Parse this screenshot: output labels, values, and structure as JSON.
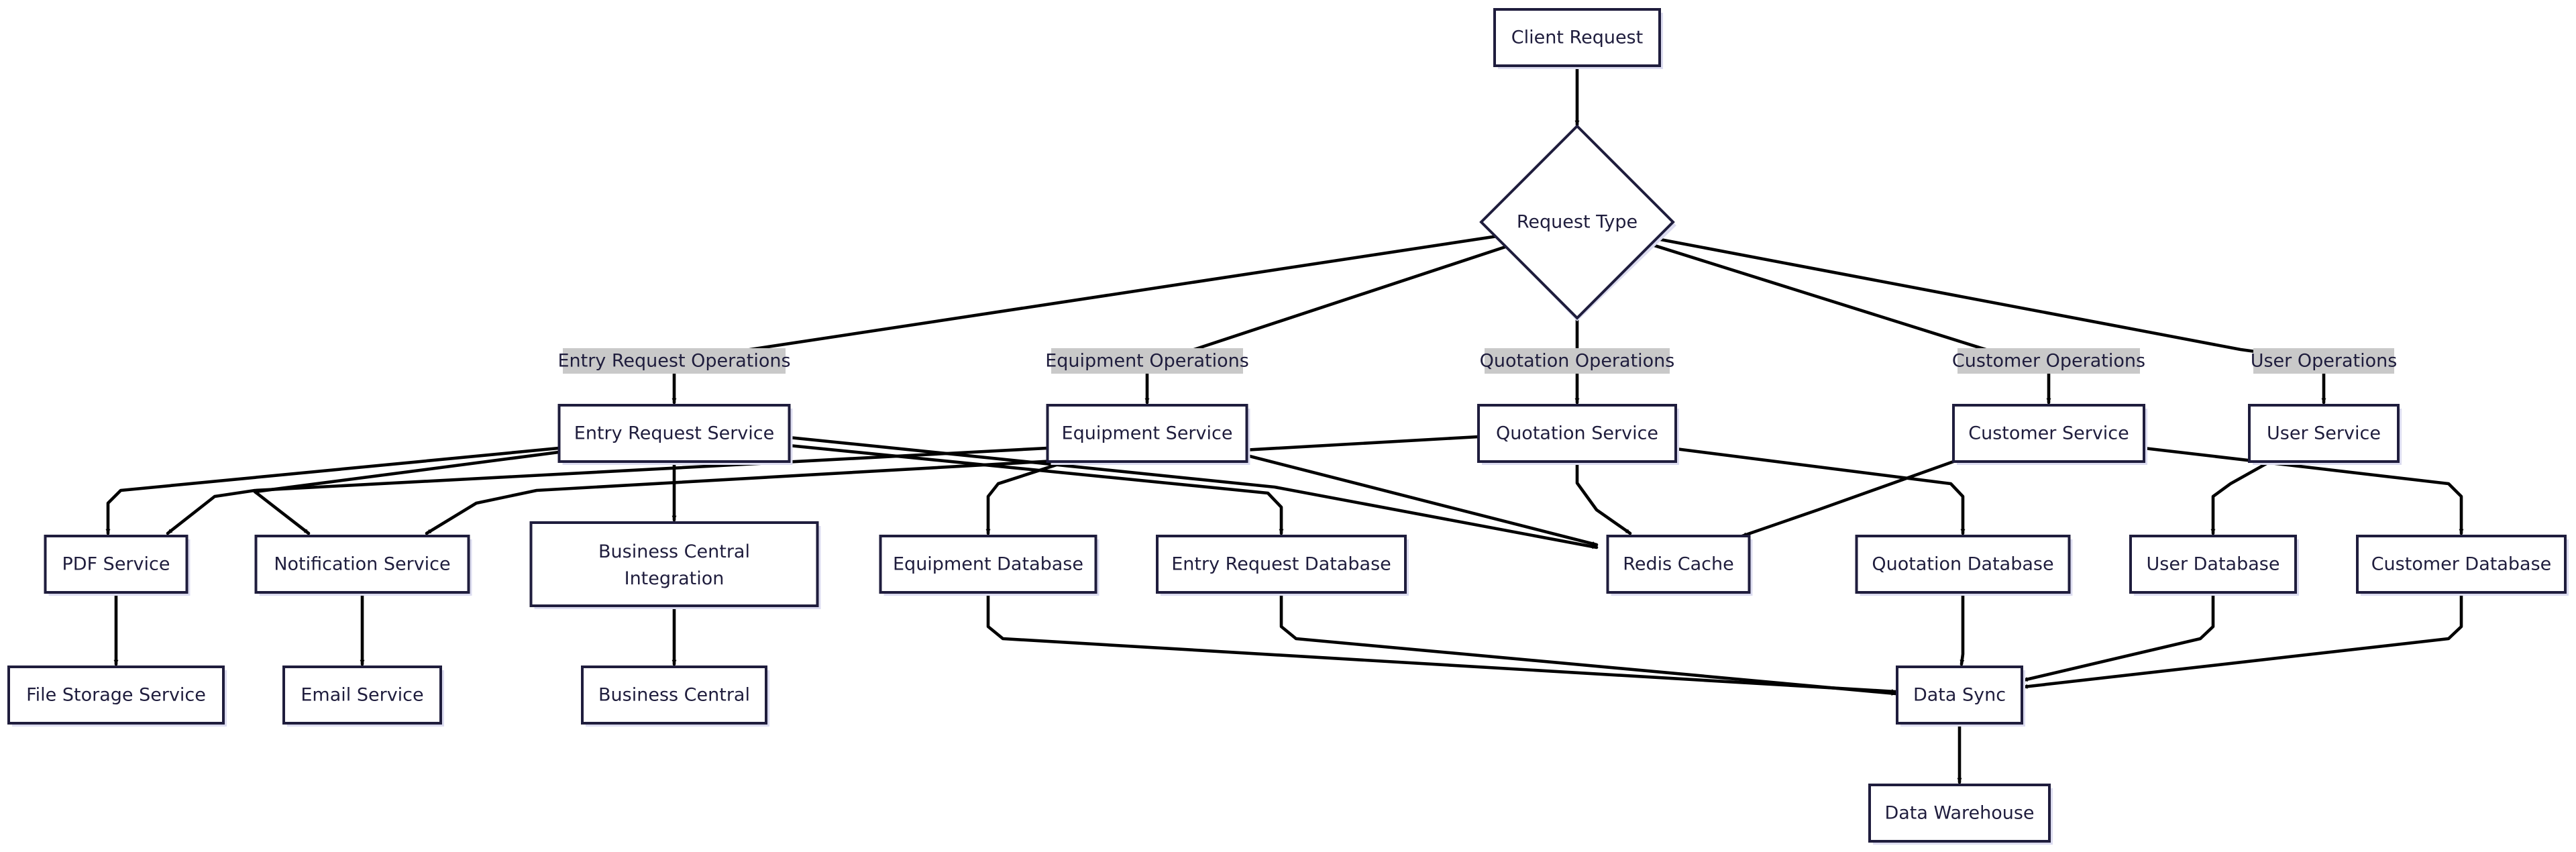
{
  "diagram": {
    "nodes": [
      {
        "id": "client_request",
        "label": "Client Request"
      },
      {
        "id": "request_type",
        "label": "Request Type"
      },
      {
        "id": "entry_request_service",
        "label": "Entry Request Service"
      },
      {
        "id": "equipment_service",
        "label": "Equipment Service"
      },
      {
        "id": "quotation_service",
        "label": "Quotation Service"
      },
      {
        "id": "customer_service",
        "label": "Customer Service"
      },
      {
        "id": "user_service",
        "label": "User Service"
      },
      {
        "id": "pdf_service",
        "label": "PDF Service"
      },
      {
        "id": "notification_service",
        "label": "Notification Service"
      },
      {
        "id": "business_central_integration",
        "label": "Business Central Integration"
      },
      {
        "id": "equipment_database",
        "label": "Equipment Database"
      },
      {
        "id": "entry_request_database",
        "label": "Entry Request Database"
      },
      {
        "id": "redis_cache",
        "label": "Redis Cache"
      },
      {
        "id": "quotation_database",
        "label": "Quotation Database"
      },
      {
        "id": "user_database",
        "label": "User Database"
      },
      {
        "id": "customer_database",
        "label": "Customer Database"
      },
      {
        "id": "file_storage_service",
        "label": "File Storage Service"
      },
      {
        "id": "email_service",
        "label": "Email Service"
      },
      {
        "id": "business_central",
        "label": "Business Central"
      },
      {
        "id": "data_sync",
        "label": "Data Sync"
      },
      {
        "id": "data_warehouse",
        "label": "Data Warehouse"
      }
    ],
    "edge_labels": [
      {
        "id": "entry_ops",
        "label": "Entry Request Operations"
      },
      {
        "id": "equipment_ops",
        "label": "Equipment Operations"
      },
      {
        "id": "quotation_ops",
        "label": "Quotation Operations"
      },
      {
        "id": "customer_ops",
        "label": "Customer Operations"
      },
      {
        "id": "user_ops",
        "label": "User Operations"
      }
    ],
    "edges": [
      {
        "from": "client_request",
        "to": "request_type"
      },
      {
        "from": "request_type",
        "to": "entry_request_service",
        "label": "entry_ops"
      },
      {
        "from": "request_type",
        "to": "equipment_service",
        "label": "equipment_ops"
      },
      {
        "from": "request_type",
        "to": "quotation_service",
        "label": "quotation_ops"
      },
      {
        "from": "request_type",
        "to": "customer_service",
        "label": "customer_ops"
      },
      {
        "from": "request_type",
        "to": "user_service",
        "label": "user_ops"
      },
      {
        "from": "entry_request_service",
        "to": "entry_request_database"
      },
      {
        "from": "entry_request_service",
        "to": "pdf_service"
      },
      {
        "from": "entry_request_service",
        "to": "notification_service"
      },
      {
        "from": "entry_request_service",
        "to": "business_central_integration"
      },
      {
        "from": "entry_request_service",
        "to": "redis_cache"
      },
      {
        "from": "equipment_service",
        "to": "equipment_database"
      },
      {
        "from": "equipment_service",
        "to": "redis_cache"
      },
      {
        "from": "equipment_service",
        "to": "pdf_service"
      },
      {
        "from": "quotation_service",
        "to": "quotation_database"
      },
      {
        "from": "quotation_service",
        "to": "redis_cache"
      },
      {
        "from": "quotation_service",
        "to": "notification_service"
      },
      {
        "from": "customer_service",
        "to": "customer_database"
      },
      {
        "from": "customer_service",
        "to": "redis_cache"
      },
      {
        "from": "user_service",
        "to": "user_database"
      },
      {
        "from": "pdf_service",
        "to": "file_storage_service"
      },
      {
        "from": "notification_service",
        "to": "email_service"
      },
      {
        "from": "business_central_integration",
        "to": "business_central"
      },
      {
        "from": "equipment_database",
        "to": "data_sync"
      },
      {
        "from": "entry_request_database",
        "to": "data_sync"
      },
      {
        "from": "quotation_database",
        "to": "data_sync"
      },
      {
        "from": "user_database",
        "to": "data_sync"
      },
      {
        "from": "customer_database",
        "to": "data_sync"
      },
      {
        "from": "data_sync",
        "to": "data_warehouse"
      }
    ]
  }
}
